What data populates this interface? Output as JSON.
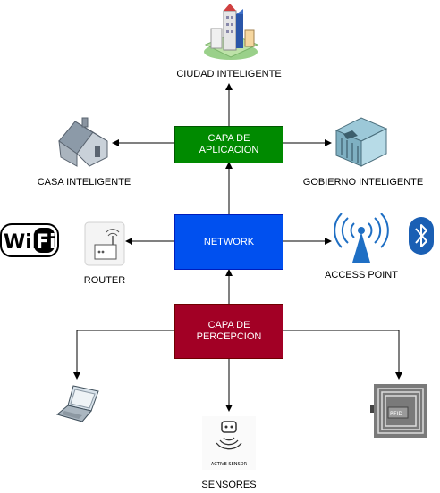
{
  "boxes": {
    "aplicacion": {
      "label": "CAPA DE\nAPLICACION",
      "color": "#008a00",
      "border": "#005700"
    },
    "network": {
      "label": "NETWORK",
      "color": "#0050ef",
      "border": "#001dbc"
    },
    "percepcion": {
      "label": "CAPA DE\nPERCEPCION",
      "color": "#a20025",
      "border": "#6f0000"
    }
  },
  "labels": {
    "ciudad": "CIUDAD INTELIGENTE",
    "casa": "CASA INTELIGENTE",
    "gobierno": "GOBIERNO INTELIGENTE",
    "router": "ROUTER",
    "access_point": "ACCESS POINT",
    "sensores": "SENSORES"
  },
  "icons": {
    "wifi_logo": "WiFi",
    "rfid_tag": "RFID",
    "active_sensor": "ACTIVE SENSOR"
  }
}
